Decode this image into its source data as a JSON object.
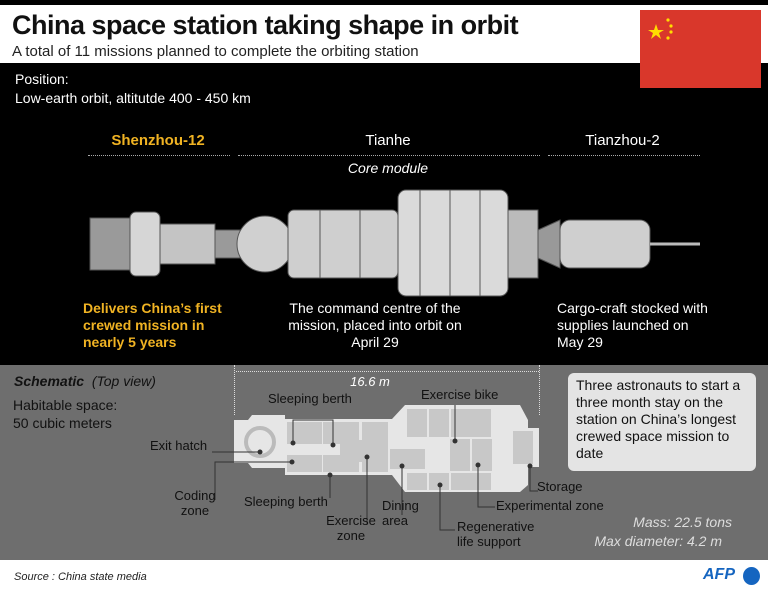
{
  "header": {
    "title": "China space station taking shape in orbit",
    "subtitle": "A total of 11 missions planned to complete the orbiting station"
  },
  "position": {
    "label": "Position:",
    "value": "Low-earth orbit, altitutde 400 - 450 km"
  },
  "modules": [
    {
      "name": "Shenzhou-12",
      "desc": "Delivers China’s first crewed mission in nearly 5 years",
      "color": "#f0b323"
    },
    {
      "name": "Tianhe",
      "sub": "Core module",
      "desc": "The command centre of the mission, placed into orbit on April 29"
    },
    {
      "name": "Tianzhou-2",
      "desc": "Cargo-craft stocked with supplies launched on May 29"
    }
  ],
  "schematic": {
    "title": "Schematic",
    "view": "(Top view)",
    "habitable_label": "Habitable space:",
    "habitable_value": "50 cubic meters",
    "length": "16.6 m",
    "labels": {
      "exit_hatch": "Exit hatch",
      "coding_zone": "Coding zone",
      "sleeping_berth_top": "Sleeping berth",
      "sleeping_berth_bottom": "Sleeping berth",
      "exercise_zone": "Exercise zone",
      "dining_area": "Dining area",
      "exercise_bike": "Exercise bike",
      "regenerative": "Regenerative life support",
      "experimental": "Experimental zone",
      "storage": "Storage"
    },
    "callout": "Three astronauts  to start a three month stay on the station on China’s longest crewed space mission to date",
    "mass": "Mass: 22.5 tons",
    "diameter": "Max diameter: 4.2 m"
  },
  "footer": {
    "source": "Source : China state media",
    "logo": "AFP"
  }
}
